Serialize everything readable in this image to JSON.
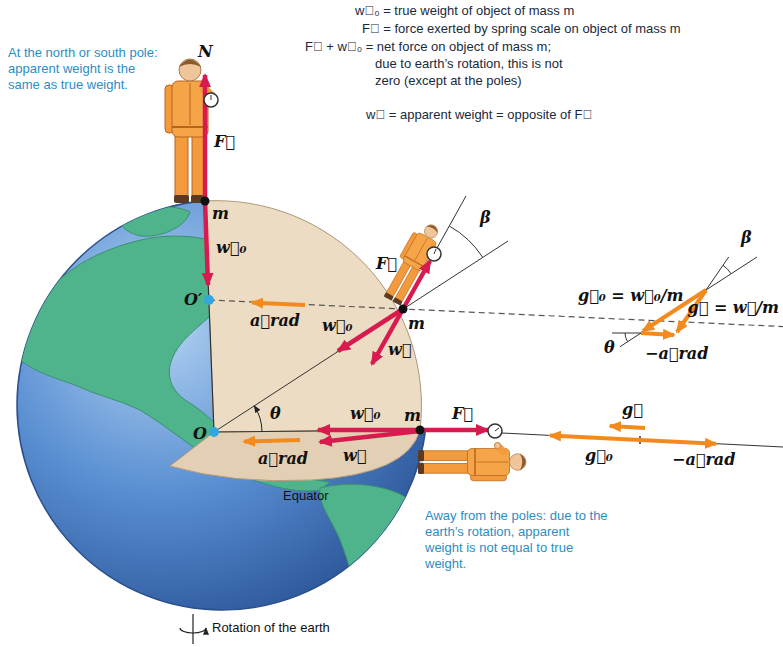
{
  "diagram": {
    "labels": [
      "w⃗₀ = true weight of object of mass m",
      "F⃗ = force exerted by spring scale on object of mass m",
      "F⃗ + w⃗₀ = net force on object of mass m; due to earth’s rotation, this is not zero (except at the poles)",
      "w⃗ = apparent weight = opposite of F⃗",
      "At the north or south pole: apparent weight is the same as true weight.",
      "N",
      "F⃗",
      "m",
      "w⃗₀",
      "O′",
      "a⃗rad",
      "w⃗₀",
      "F⃗",
      "m",
      "w⃗",
      "β",
      "θ",
      "O",
      "a⃗rad",
      "w⃗₀",
      "m",
      "F⃗",
      "w⃗",
      "Equator",
      "Away from the poles: due to the earth’s rotation, apparent weight is not equal to true weight.",
      "Rotation of the earth",
      "g⃗₀ = w⃗₀/m",
      "β",
      "g⃗ = w⃗/m",
      "θ",
      "−a⃗rad",
      "g⃗",
      "g⃗₀",
      "−a⃗rad"
    ]
  }
}
